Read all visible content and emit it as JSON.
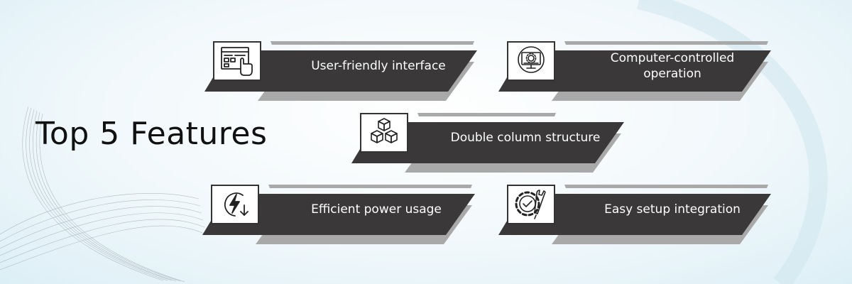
{
  "title": "Top 5 Features",
  "features": [
    {
      "label": "User-friendly interface",
      "icon": "interface-click-icon"
    },
    {
      "label": "Computer-controlled operation",
      "icon": "computer-monitor-gear-icon"
    },
    {
      "label": "Double column structure",
      "icon": "stacked-cubes-icon"
    },
    {
      "label": "Efficient power usage",
      "icon": "power-lightning-icon"
    },
    {
      "label": "Easy setup integration",
      "icon": "gear-wrench-check-icon"
    }
  ],
  "colors": {
    "card": "#3a3839",
    "shadow": "#a9a9a9",
    "text": "#ffffff",
    "icon_stroke": "#222222"
  }
}
